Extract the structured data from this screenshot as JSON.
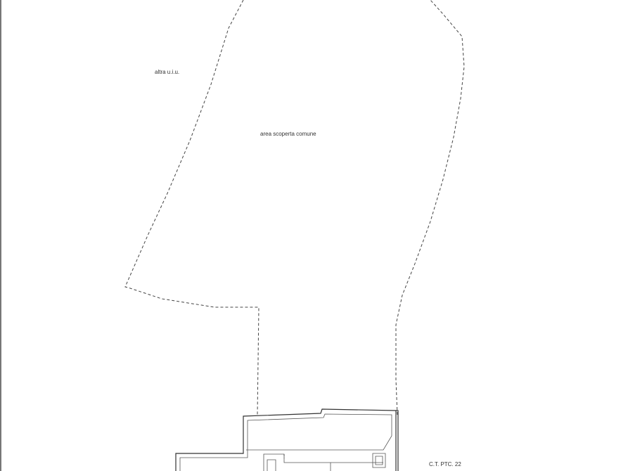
{
  "labels": {
    "other_unit": "altra u.i.u.",
    "common_area": "area scoperta comune",
    "cadastral_ref": "C.T. PTC. 22"
  }
}
